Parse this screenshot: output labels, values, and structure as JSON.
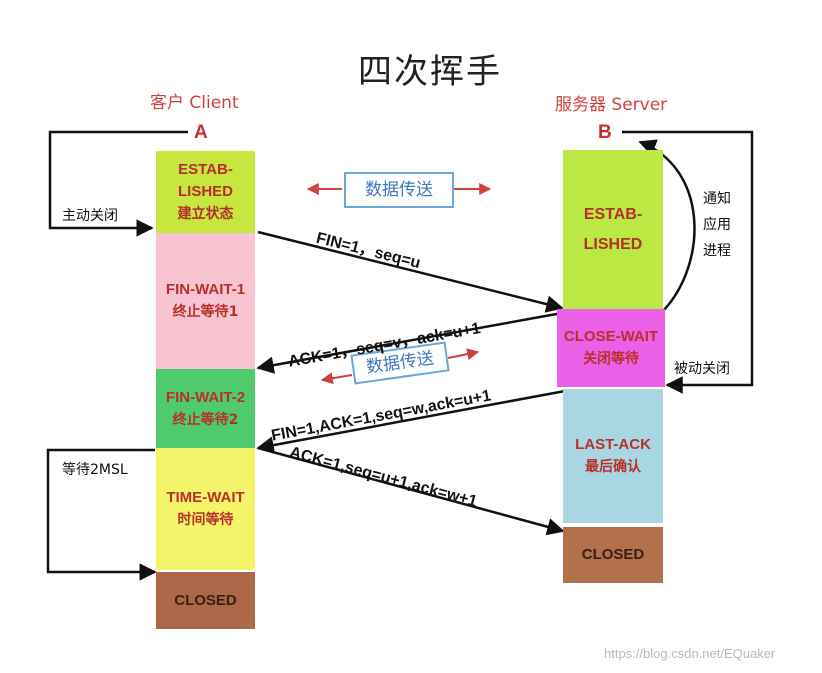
{
  "title": "四次挥手",
  "client": {
    "label": "客户 Client",
    "node": "A"
  },
  "server": {
    "label": "服务器 Server",
    "node": "B"
  },
  "client_states": [
    {
      "en": "ESTAB-LISHED",
      "cn": "建立状态",
      "color": "#c7e640"
    },
    {
      "en": "FIN-WAIT-1",
      "cn": "终止等待1",
      "color": "#f8c4d2"
    },
    {
      "en": "FIN-WAIT-2",
      "cn": "终止等待2",
      "color": "#4fcb6d"
    },
    {
      "en": "TIME-WAIT",
      "cn": "时间等待",
      "color": "#f4f46a"
    },
    {
      "en": "CLOSED",
      "cn": "",
      "color": "#ad684a"
    }
  ],
  "server_states": [
    {
      "en": "ESTAB-LISHED",
      "cn": "",
      "color": "#bce843"
    },
    {
      "en": "CLOSE-WAIT",
      "cn": "关闭等待",
      "color": "#ea60e6"
    },
    {
      "en": "LAST-ACK",
      "cn": "最后确认",
      "color": "#a8d6e2"
    },
    {
      "en": "CLOSED",
      "cn": "",
      "color": "#b2704c"
    }
  ],
  "messages": [
    "FIN=1，seq=u",
    "ACK=1，seq=v，ack=u+1",
    "FIN=1,ACK=1,seq=w,ack=u+1",
    "ACK=1,seq=u+1,ack=w+1"
  ],
  "data_transfer": "数据传送",
  "labels": {
    "active_close": "主动关闭",
    "passive_close": "被动关闭",
    "notify_app": "通知应用进程",
    "wait_2msl": "等待2MSL"
  },
  "watermark": "https://blog.csdn.net/EQuaker"
}
